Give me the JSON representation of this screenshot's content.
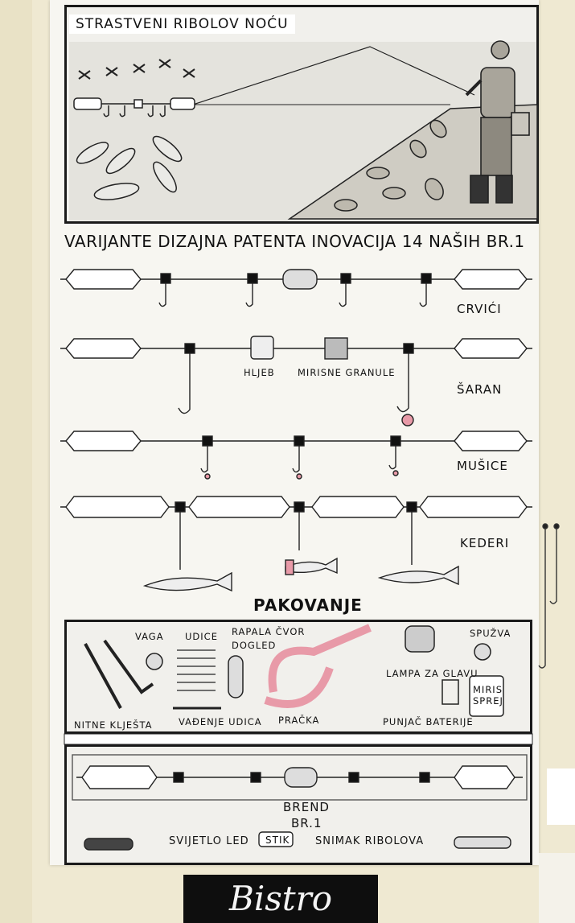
{
  "poster": {
    "title": "STRASTVENI RIBOLOV NOĆU",
    "subtitle": "VARIJANTE DIZAJNA PATENTA INOVACIJA 14 NAŠIH BR.1",
    "rows": [
      {
        "label": "CRVIĆI"
      },
      {
        "label": "ŠARAN",
        "item_labels": [
          "HLJEB",
          "MIRISNE GRANULE"
        ]
      },
      {
        "label": "MUŠICE"
      },
      {
        "label": "KEDERI"
      }
    ],
    "packaging_title": "PAKOVANJE",
    "packaging_items": {
      "vaga": "VAGA",
      "udice": "UDICE",
      "rapala": "RAPALA ČVOR",
      "dogled": "DOGLED",
      "spuzva": "SPUŽVA",
      "lampa": "LAMPA ZA GLAVU",
      "kljesta": "NITNE KLJEŠTA",
      "vadenje": "VAĐENJE UDICA",
      "pracka": "PRAČKA",
      "punjac": "PUNJAČ BATERIJE",
      "miris": "MIRIS SPREJ"
    },
    "bottom": {
      "brend": "BREND",
      "br1": "BR.1",
      "svjetlo": "SVIJETLO LED",
      "stik": "STIK",
      "snimak": "SNIMAK RIBOLOVA"
    }
  },
  "sign": {
    "text": "Bistro"
  },
  "colors": {
    "pink": "#e89aa8",
    "ink": "#1a1a1a",
    "paper": "#f7f6f1",
    "wall": "#efe9d2"
  }
}
